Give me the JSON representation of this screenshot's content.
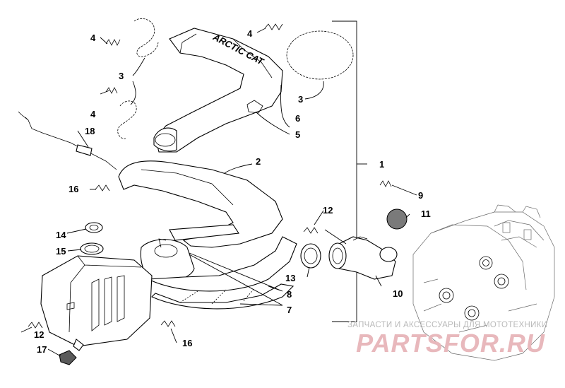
{
  "diagram": {
    "callouts": [
      {
        "id": "c1",
        "label": "1"
      },
      {
        "id": "c2",
        "label": "2"
      },
      {
        "id": "c3a",
        "label": "3"
      },
      {
        "id": "c3b",
        "label": "3"
      },
      {
        "id": "c4a",
        "label": "4"
      },
      {
        "id": "c4b",
        "label": "4"
      },
      {
        "id": "c4c",
        "label": "4"
      },
      {
        "id": "c5",
        "label": "5"
      },
      {
        "id": "c6",
        "label": "6"
      },
      {
        "id": "c7",
        "label": "7"
      },
      {
        "id": "c8",
        "label": "8"
      },
      {
        "id": "c9",
        "label": "9"
      },
      {
        "id": "c10",
        "label": "10"
      },
      {
        "id": "c11",
        "label": "11"
      },
      {
        "id": "c12a",
        "label": "12"
      },
      {
        "id": "c12b",
        "label": "12"
      },
      {
        "id": "c13",
        "label": "13"
      },
      {
        "id": "c14",
        "label": "14"
      },
      {
        "id": "c15",
        "label": "15"
      },
      {
        "id": "c16a",
        "label": "16"
      },
      {
        "id": "c16b",
        "label": "16"
      },
      {
        "id": "c17",
        "label": "17"
      },
      {
        "id": "c18",
        "label": "18"
      }
    ],
    "shield_text": "ARCTIC CAT"
  },
  "watermark": {
    "tagline": "ЗАПЧАСТИ И АКСЕССУАРЫ ДЛЯ МОТОТЕХНИКИ",
    "brand": "PARTSFOR.RU",
    "brand_color": "#e8b8bc"
  }
}
